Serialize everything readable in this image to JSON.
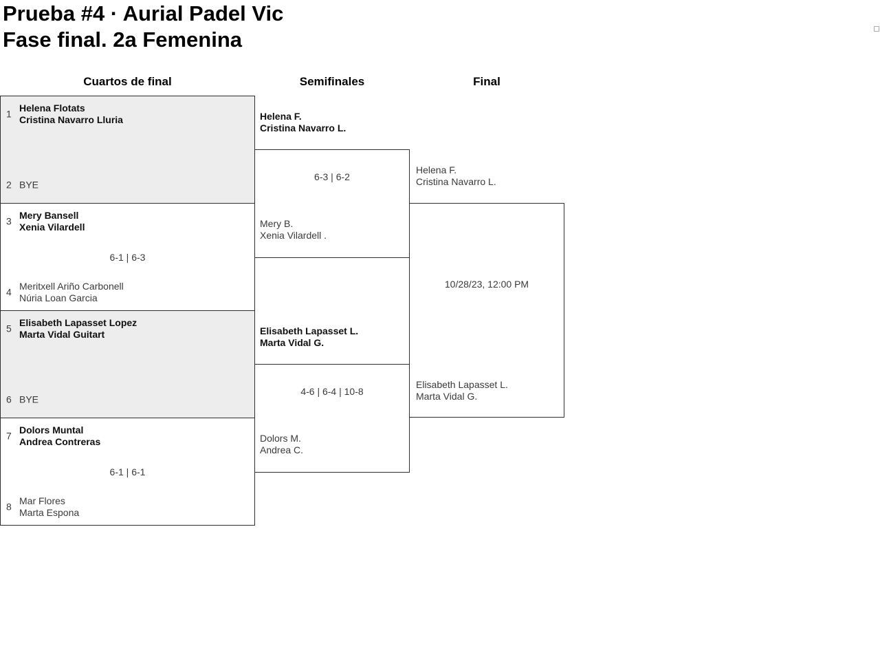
{
  "page": {
    "title_line1": "Prueba #4 · Aurial Padel Vic",
    "title_line2": "Fase final. 2a Femenina"
  },
  "round_headers": {
    "quarterfinals": "Cuartos de final",
    "semifinals": "Semifinales",
    "final": "Final"
  },
  "colors": {
    "shaded_match_bg": "#ededed",
    "match_border": "#2e2e2e",
    "winner_text": "#101010",
    "regular_text": "#3a3a3a"
  },
  "quarterfinals": [
    {
      "seed1": "1",
      "team1": {
        "line1": "Helena Flotats",
        "line2": "Cristina Navarro Lluria"
      },
      "score": "",
      "seed2": "2",
      "team2": {
        "line1": "BYE",
        "line2": ""
      }
    },
    {
      "seed1": "3",
      "team1": {
        "line1": "Mery Bansell",
        "line2": "Xenia Vilardell"
      },
      "score": "6-1 | 6-3",
      "seed2": "4",
      "team2": {
        "line1": "Meritxell Ariño Carbonell",
        "line2": "Núria Loan Garcia"
      }
    },
    {
      "seed1": "5",
      "team1": {
        "line1": "Elisabeth Lapasset Lopez",
        "line2": "Marta Vidal Guitart"
      },
      "score": "",
      "seed2": "6",
      "team2": {
        "line1": "BYE",
        "line2": ""
      }
    },
    {
      "seed1": "7",
      "team1": {
        "line1": "Dolors Muntal",
        "line2": "Andrea Contreras"
      },
      "score": "6-1 | 6-1",
      "seed2": "8",
      "team2": {
        "line1": "Mar Flores",
        "line2": "Marta Espona"
      }
    }
  ],
  "semifinals": [
    {
      "team1": {
        "line1": "Helena F.",
        "line2": "Cristina Navarro L."
      },
      "score": "6-3 | 6-2",
      "team2": {
        "line1": "Mery B.",
        "line2": "Xenia Vilardell ."
      }
    },
    {
      "team1": {
        "line1": "Elisabeth Lapasset L.",
        "line2": "Marta Vidal G."
      },
      "score": "4-6 | 6-4 | 10-8",
      "team2": {
        "line1": "Dolors M.",
        "line2": "Andrea C."
      }
    }
  ],
  "final": {
    "team1": {
      "line1": "Helena F.",
      "line2": "Cristina Navarro L."
    },
    "schedule": "10/28/23, 12:00 PM",
    "team2": {
      "line1": "Elisabeth Lapasset L.",
      "line2": "Marta Vidal G."
    }
  }
}
